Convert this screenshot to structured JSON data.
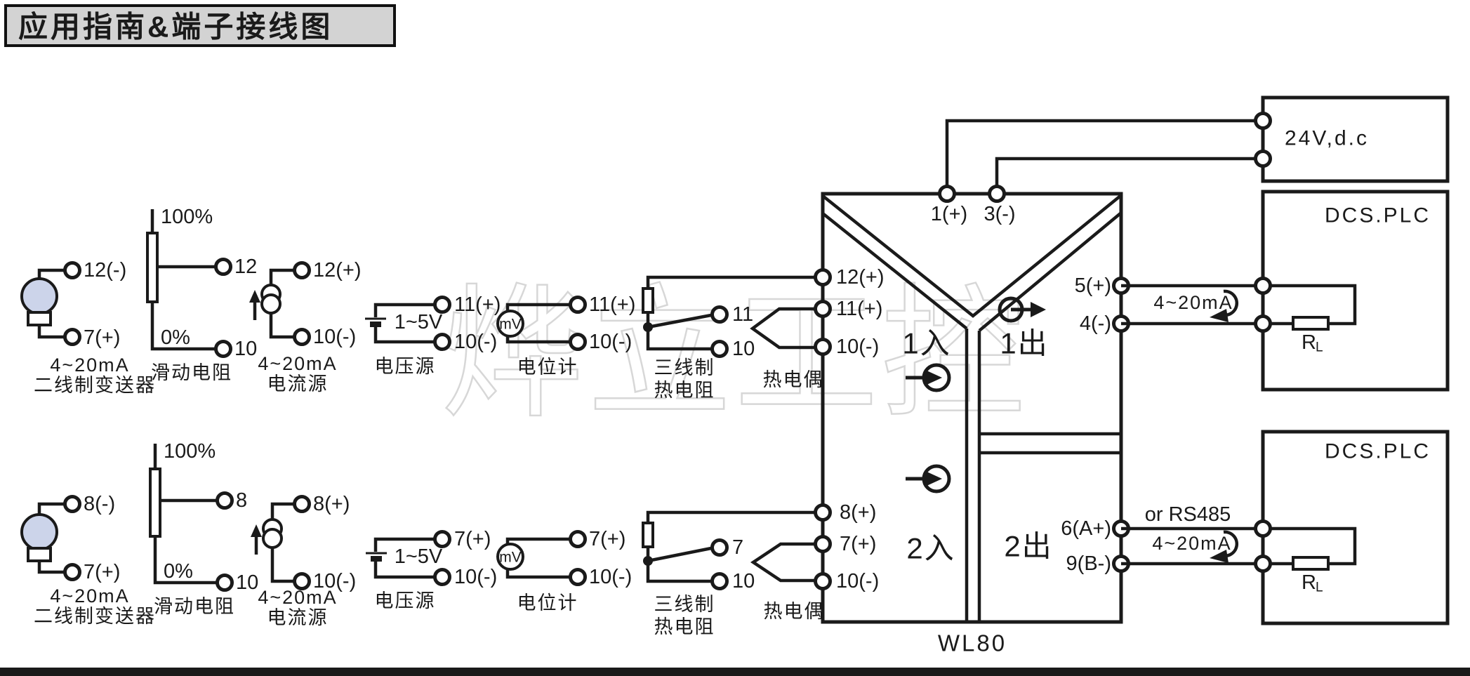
{
  "title": "应用指南&端子接线图",
  "watermark": "烨立工控",
  "ch1": {
    "transmitter": {
      "t_top": "12(-)",
      "t_bot": "7(+)",
      "signal": "4~20mA",
      "name": "二线制变送器"
    },
    "slider": {
      "p100": "100%",
      "p0": "0%",
      "t_wiper": "12",
      "t_bot": "10",
      "name": "滑动电阻"
    },
    "current": {
      "t_top": "12(+)",
      "t_bot": "10(-)",
      "signal": "4~20mA",
      "name": "电流源"
    },
    "voltage": {
      "range": "1~5V",
      "t_top": "11(+)",
      "t_bot": "10(-)",
      "name": "电压源"
    },
    "pot": {
      "unit": "mV",
      "t_top": "11(+)",
      "t_bot": "10(-)",
      "name": "电位计"
    },
    "rtd": {
      "t_mid": "11",
      "t_bot": "10",
      "name1": "三线制",
      "name2": "热电阻"
    },
    "tc": {
      "name": "热电偶"
    }
  },
  "ch2": {
    "transmitter": {
      "t_top": "8(-)",
      "t_bot": "7(+)",
      "signal": "4~20mA",
      "name": "二线制变送器"
    },
    "slider": {
      "p100": "100%",
      "p0": "0%",
      "t_wiper": "8",
      "t_bot": "10",
      "name": "滑动电阻"
    },
    "current": {
      "t_top": "8(+)",
      "t_bot": "10(-)",
      "signal": "4~20mA",
      "name": "电流源"
    },
    "voltage": {
      "range": "1~5V",
      "t_top": "7(+)",
      "t_bot": "10(-)",
      "name": "电压源"
    },
    "pot": {
      "unit": "mV",
      "t_top": "7(+)",
      "t_bot": "10(-)",
      "name": "电位计"
    },
    "rtd": {
      "t_mid": "7",
      "t_bot": "10",
      "name1": "三线制",
      "name2": "热电阻"
    },
    "tc": {
      "name": "热电偶"
    }
  },
  "device": {
    "model": "WL80",
    "power_pos": "1(+)",
    "power_neg": "3(-)",
    "in1": "1入",
    "out1": "1出",
    "in2": "2入",
    "out2": "2出",
    "ch1_in": [
      "12(+)",
      "11(+)",
      "10(-)"
    ],
    "ch2_in": [
      "8(+)",
      "7(+)",
      "10(-)"
    ],
    "ch1_out": [
      "5(+)",
      "4(-)"
    ],
    "ch2_out": [
      "6(A+)",
      "9(B-)"
    ]
  },
  "right": {
    "supply": "24V,d.c",
    "dcs1": {
      "name": "DCS.PLC",
      "signal": "4~20mA",
      "load": "R",
      "load_sub": "L"
    },
    "dcs2": {
      "name": "DCS.PLC",
      "alt": "or RS485",
      "signal": "4~20mA",
      "load": "R",
      "load_sub": "L"
    }
  }
}
